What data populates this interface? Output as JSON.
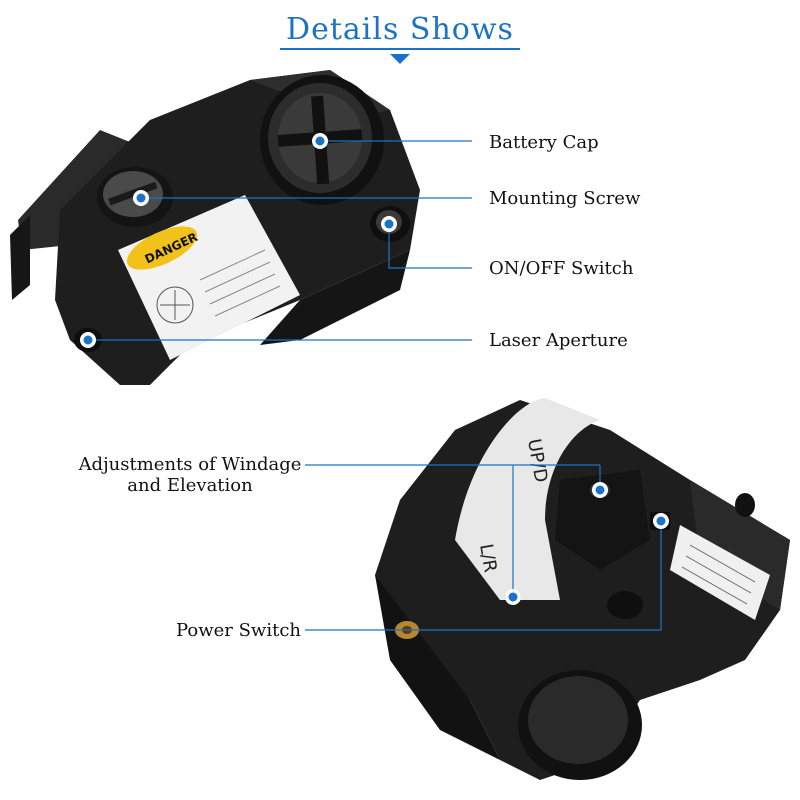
{
  "header": {
    "title": "Details Shows"
  },
  "theme": {
    "accent": "#1a73c8",
    "device": "#1e1e1e",
    "label_yellow": "#f2c21a"
  },
  "top_device": {
    "sticker_badge": "DANGER",
    "callouts": [
      {
        "label": "Battery Cap"
      },
      {
        "label": "Mounting Screw"
      },
      {
        "label": "ON/OFF Switch"
      },
      {
        "label": "Laser Aperture"
      }
    ]
  },
  "bottom_device": {
    "marking_ud": "UP/D",
    "marking_lr": "L/R",
    "callouts": [
      {
        "label_line1": "Adjustments of Windage",
        "label_line2": "and Elevation"
      },
      {
        "label": "Power Switch"
      }
    ]
  },
  "icons": [
    "battery-cap-cross-icon",
    "callout-dot-icon",
    "title-arrow-icon"
  ]
}
